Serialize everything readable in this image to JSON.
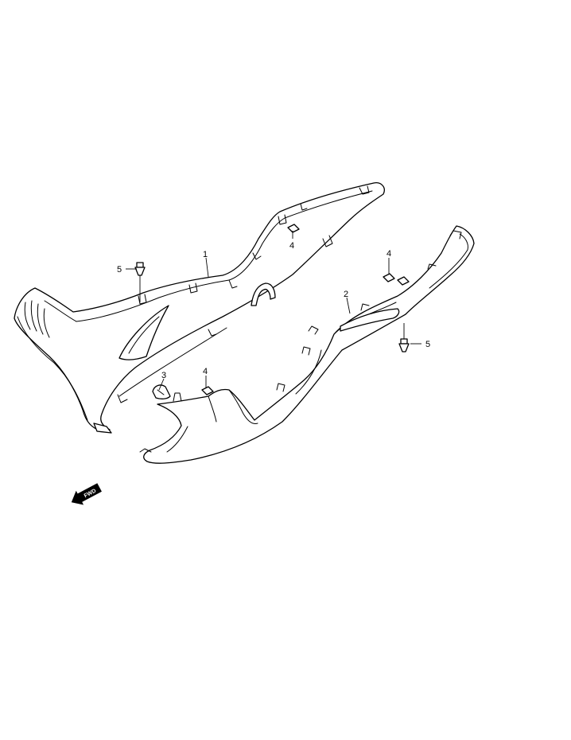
{
  "callouts": {
    "part_1": "1",
    "part_2": "2",
    "part_3": "3",
    "part_4_upper": "4",
    "part_4_right": "4",
    "part_4_lower": "4",
    "part_5_left": "5",
    "part_5_right": "5"
  },
  "forward_arrow": {
    "label": "FWD"
  },
  "colors": {
    "line": "#000000",
    "fill": "#ffffff",
    "background": "#ffffff"
  }
}
